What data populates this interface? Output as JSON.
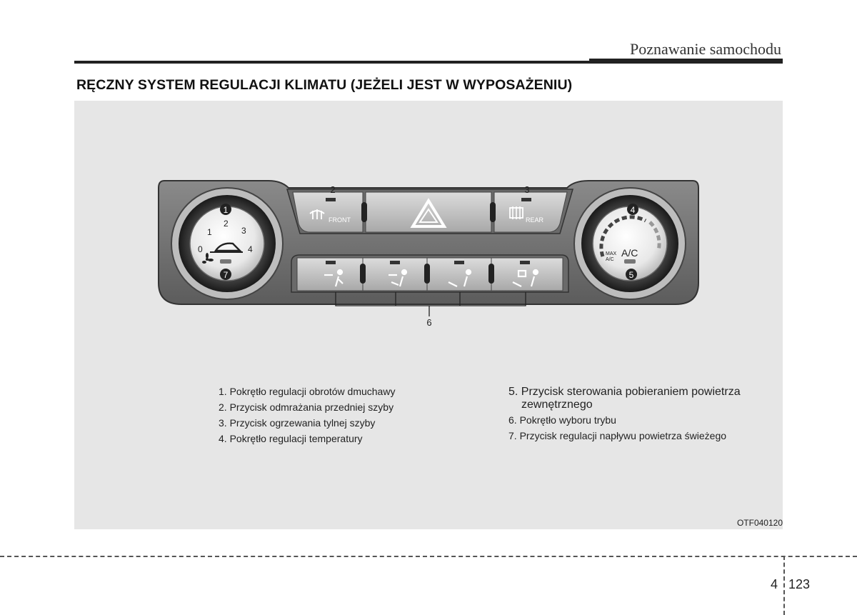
{
  "header": {
    "title": "Poznawanie samochodu"
  },
  "section": {
    "title": "RĘCZNY SYSTEM REGULACJI KLIMATU (JEŻELI JEST W WYPOSAŻENIU)"
  },
  "figure": {
    "code": "OTF040120",
    "callouts": [
      "1",
      "2",
      "3",
      "4",
      "5",
      "6",
      "7"
    ],
    "panel": {
      "front_label": "FRONT",
      "rear_label": "REAR",
      "fan_speeds": [
        "0",
        "1",
        "2",
        "3",
        "4"
      ],
      "max_label": "MAX",
      "ac_small": "A/C",
      "ac_label": "A/C"
    }
  },
  "legend": {
    "left": [
      "1. Pokrętło regulacji obrotów dmuchawy",
      "2. Przycisk odmrażania przedniej szyby",
      "3. Przycisk ogrzewania tylnej szyby",
      "4. Pokrętło regulacji temperatury"
    ],
    "right_item5_line1": "5. Przycisk sterowania pobieraniem powietrza",
    "right_item5_line2": "zewnętrznego",
    "right": [
      "6. Pokrętło wyboru trybu",
      "7. Przycisk regulacji napływu powietrza świeżego"
    ]
  },
  "page": {
    "chapter": "4",
    "number": "123"
  }
}
